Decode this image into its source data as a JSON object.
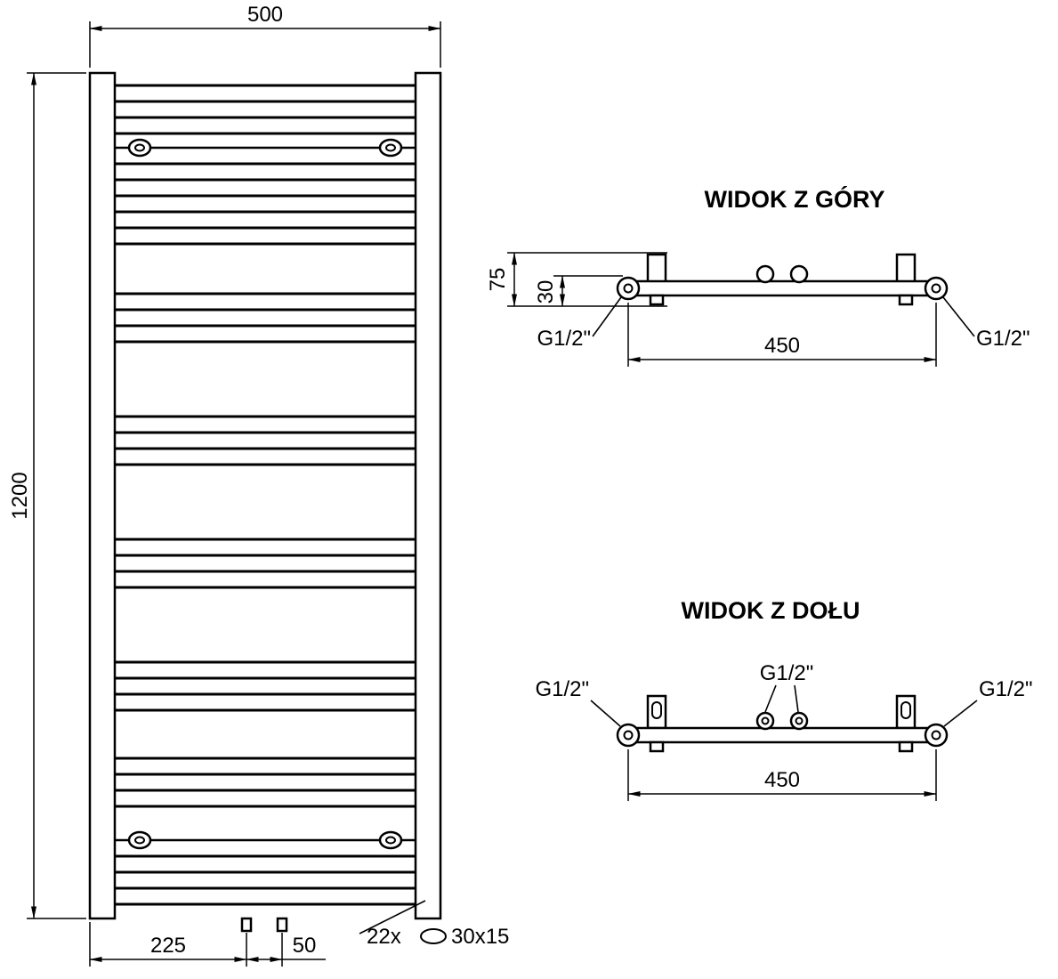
{
  "drawing": {
    "front_view": {
      "width_label": "500",
      "height_label": "1200",
      "bottom_left_label": "225",
      "bottom_pipe_gap_label": "50",
      "rung_count_label": "22x",
      "rung_profile_label": "30x15"
    },
    "top_view": {
      "title": "WIDOK Z GÓRY",
      "depth_label": "75",
      "axis_offset_label": "30",
      "connection_span_label": "450",
      "left_connection_label": "G1/2\"",
      "right_connection_label": "G1/2\""
    },
    "bottom_view": {
      "title": "WIDOK Z DOŁU",
      "connection_span_label": "450",
      "left_connection_label": "G1/2\"",
      "center_connection_label": "G1/2\"",
      "right_connection_label": "G1/2\""
    }
  }
}
